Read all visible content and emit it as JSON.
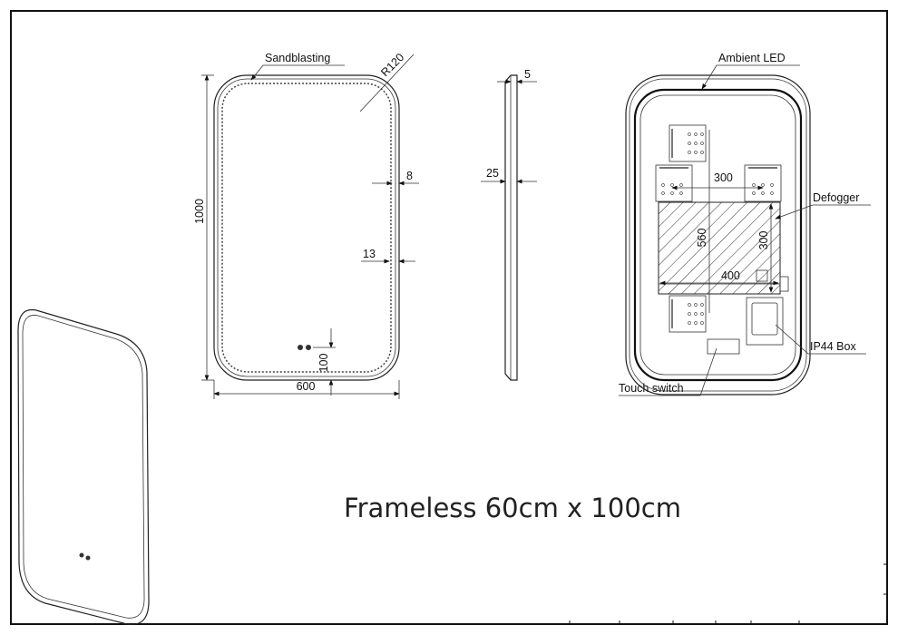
{
  "title": "Frameless 60cm x 100cm",
  "front_view": {
    "sandblasting_label": "Sandblasting",
    "radius_label": "R120",
    "height_label": "1000",
    "width_label": "600",
    "border_label": "8",
    "led_offset_label": "13",
    "switch_offset_label": "100"
  },
  "side_view": {
    "top_label": "5",
    "depth_label": "25"
  },
  "back_view": {
    "ambient_led_label": "Ambient LED",
    "defogger_label": "Defogger",
    "ip44_label": "IP44  Box",
    "touch_switch_label": "Touch switch",
    "bracket_spacing_label": "300",
    "vertical_spacing_label": "560",
    "defogger_height_label": "300",
    "defogger_width_label": "400"
  }
}
